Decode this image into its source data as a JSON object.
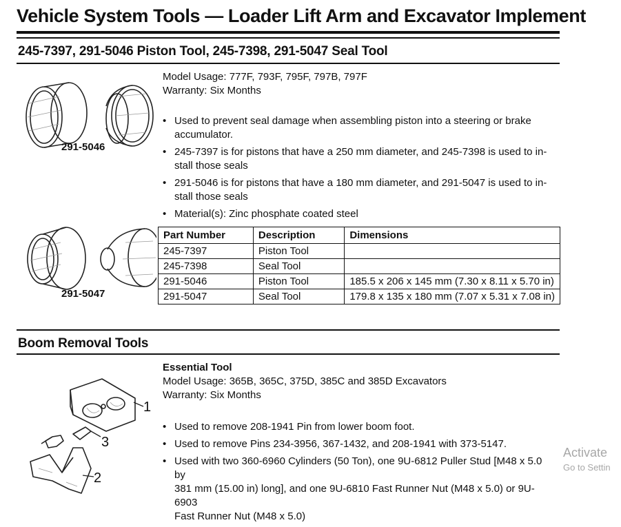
{
  "page": {
    "title": "Vehicle System Tools — Loader Lift Arm and Excavator Implement"
  },
  "section1": {
    "heading": "245-7397, 291-5046 Piston Tool, 245-7398, 291-5047 Seal Tool",
    "model_usage": "Model Usage: 777F, 793F, 795F, 797B, 797F",
    "warranty": "Warranty: Six Months",
    "bullets": [
      {
        "line1": "Used to prevent seal damage when assembling piston into a steering or brake",
        "line2": "accumulator."
      },
      {
        "line1": "245-7397 is for pistons that have a 250 mm diameter, and 245-7398 is used to in-",
        "line2": "stall those seals"
      },
      {
        "line1": "291-5046 is for pistons that have a 180 mm diameter, and 291-5047 is used to in-",
        "line2": "stall those seals"
      },
      {
        "line1": "Material(s): Zinc phosphate coated steel",
        "line2": ""
      }
    ],
    "figure_labels": [
      "291-5046",
      "291-5047"
    ],
    "table": {
      "headers": [
        "Part Number",
        "Description",
        "Dimensions"
      ],
      "rows": [
        [
          "245-7397",
          "Piston Tool",
          ""
        ],
        [
          "245-7398",
          "Seal Tool",
          ""
        ],
        [
          "291-5046",
          "Piston Tool",
          "185.5 x 206 x 145 mm (7.30 x 8.11 x 5.70 in)"
        ],
        [
          "291-5047",
          "Seal Tool",
          "179.8 x 135 x 180 mm (7.07 x 5.31 x 7.08 in)"
        ]
      ]
    }
  },
  "section2": {
    "heading": "Boom Removal Tools",
    "subheading": "Essential Tool",
    "model_usage": "Model Usage: 365B, 365C, 375D, 385C and 385D Excavators",
    "warranty": "Warranty: Six Months",
    "bullets": [
      {
        "line1": "Used to remove 208-1941 Pin from lower boom foot.",
        "line2": ""
      },
      {
        "line1": "Used to remove Pins 234-3956, 367-1432, and 208-1941 with 373-5147.",
        "line2": ""
      },
      {
        "line1": "Used with two 360-6960 Cylinders (50 Ton), one 9U-6812 Puller Stud [M48 x 5.0 by",
        "line2": "381 mm (15.00 in) long], and one 9U-6810 Fast Runner Nut (M48 x 5.0) or 9U-6903",
        "line3": "Fast Runner Nut (M48 x 5.0)"
      }
    ],
    "callouts": [
      "1",
      "2",
      "3"
    ]
  },
  "watermark": {
    "title": "Activate",
    "subtitle": "Go to Settin"
  },
  "bullet_glyph": "•"
}
